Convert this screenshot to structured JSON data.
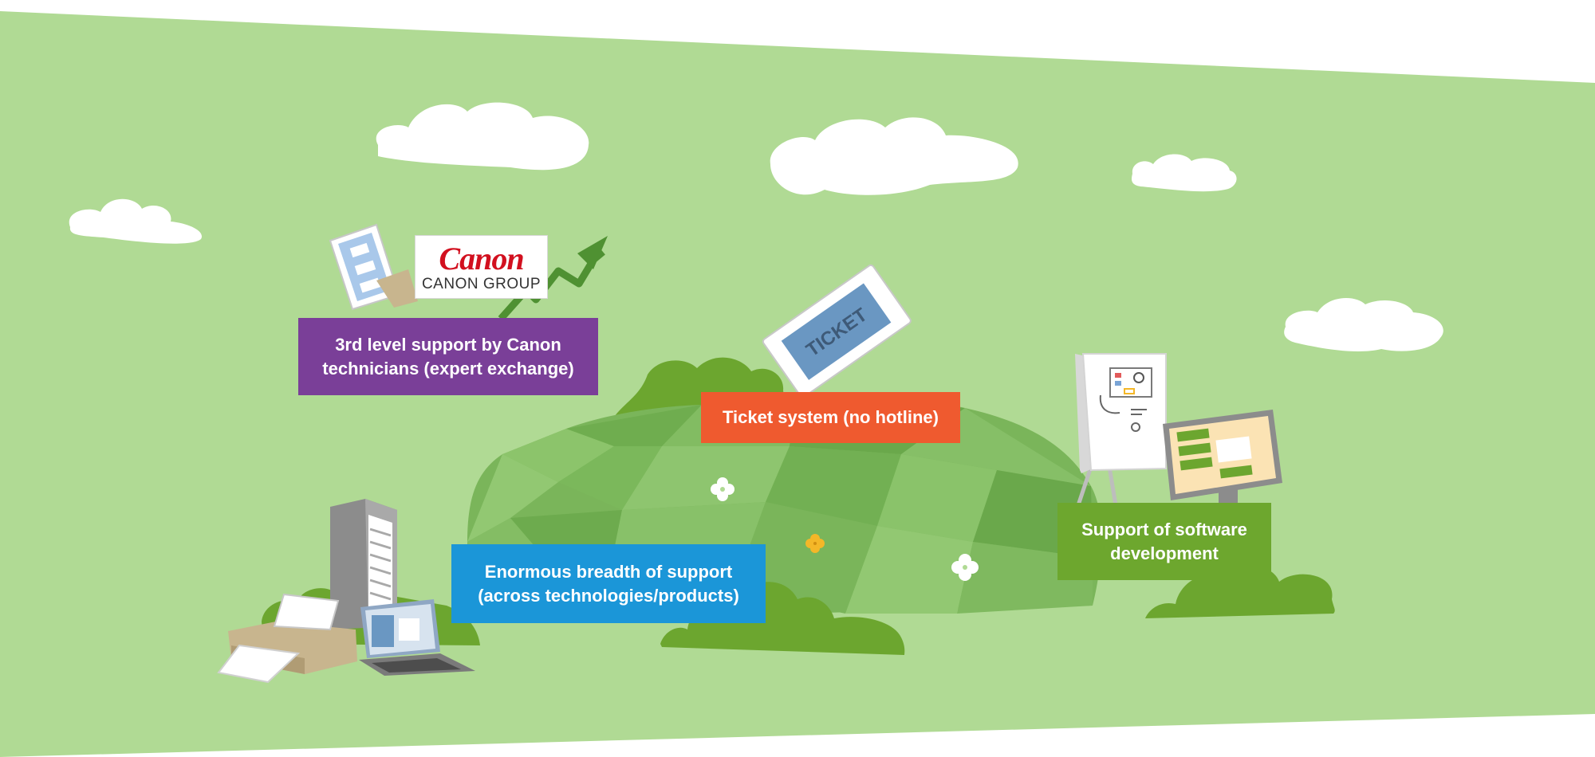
{
  "colors": {
    "background_green": "#b0da94",
    "hill_green": "#7ab55a",
    "bush_green": "#6ca62f",
    "purple": "#7a3f98",
    "orange": "#ef5a2f",
    "blue": "#1b96d8",
    "green": "#6da72e",
    "canon_red": "#d2101f"
  },
  "logo": {
    "brand": "Canon",
    "group": "CANON GROUP"
  },
  "ticket": {
    "text": "TICKET"
  },
  "labels": {
    "third_level": [
      "3rd level support by Canon",
      "technicians (expert exchange)"
    ],
    "ticket_system": "Ticket system (no hotline)",
    "breadth": [
      "Enormous breadth of support",
      "(across technologies/products)"
    ],
    "software": [
      "Support of software",
      "development"
    ]
  },
  "icons": [
    "cloud-icon",
    "document-icon",
    "arrow-up-icon",
    "ticket-icon",
    "server-tower-icon",
    "printer-icon",
    "laptop-icon",
    "flipchart-icon",
    "monitor-icon",
    "flower-icon",
    "bush-icon"
  ]
}
